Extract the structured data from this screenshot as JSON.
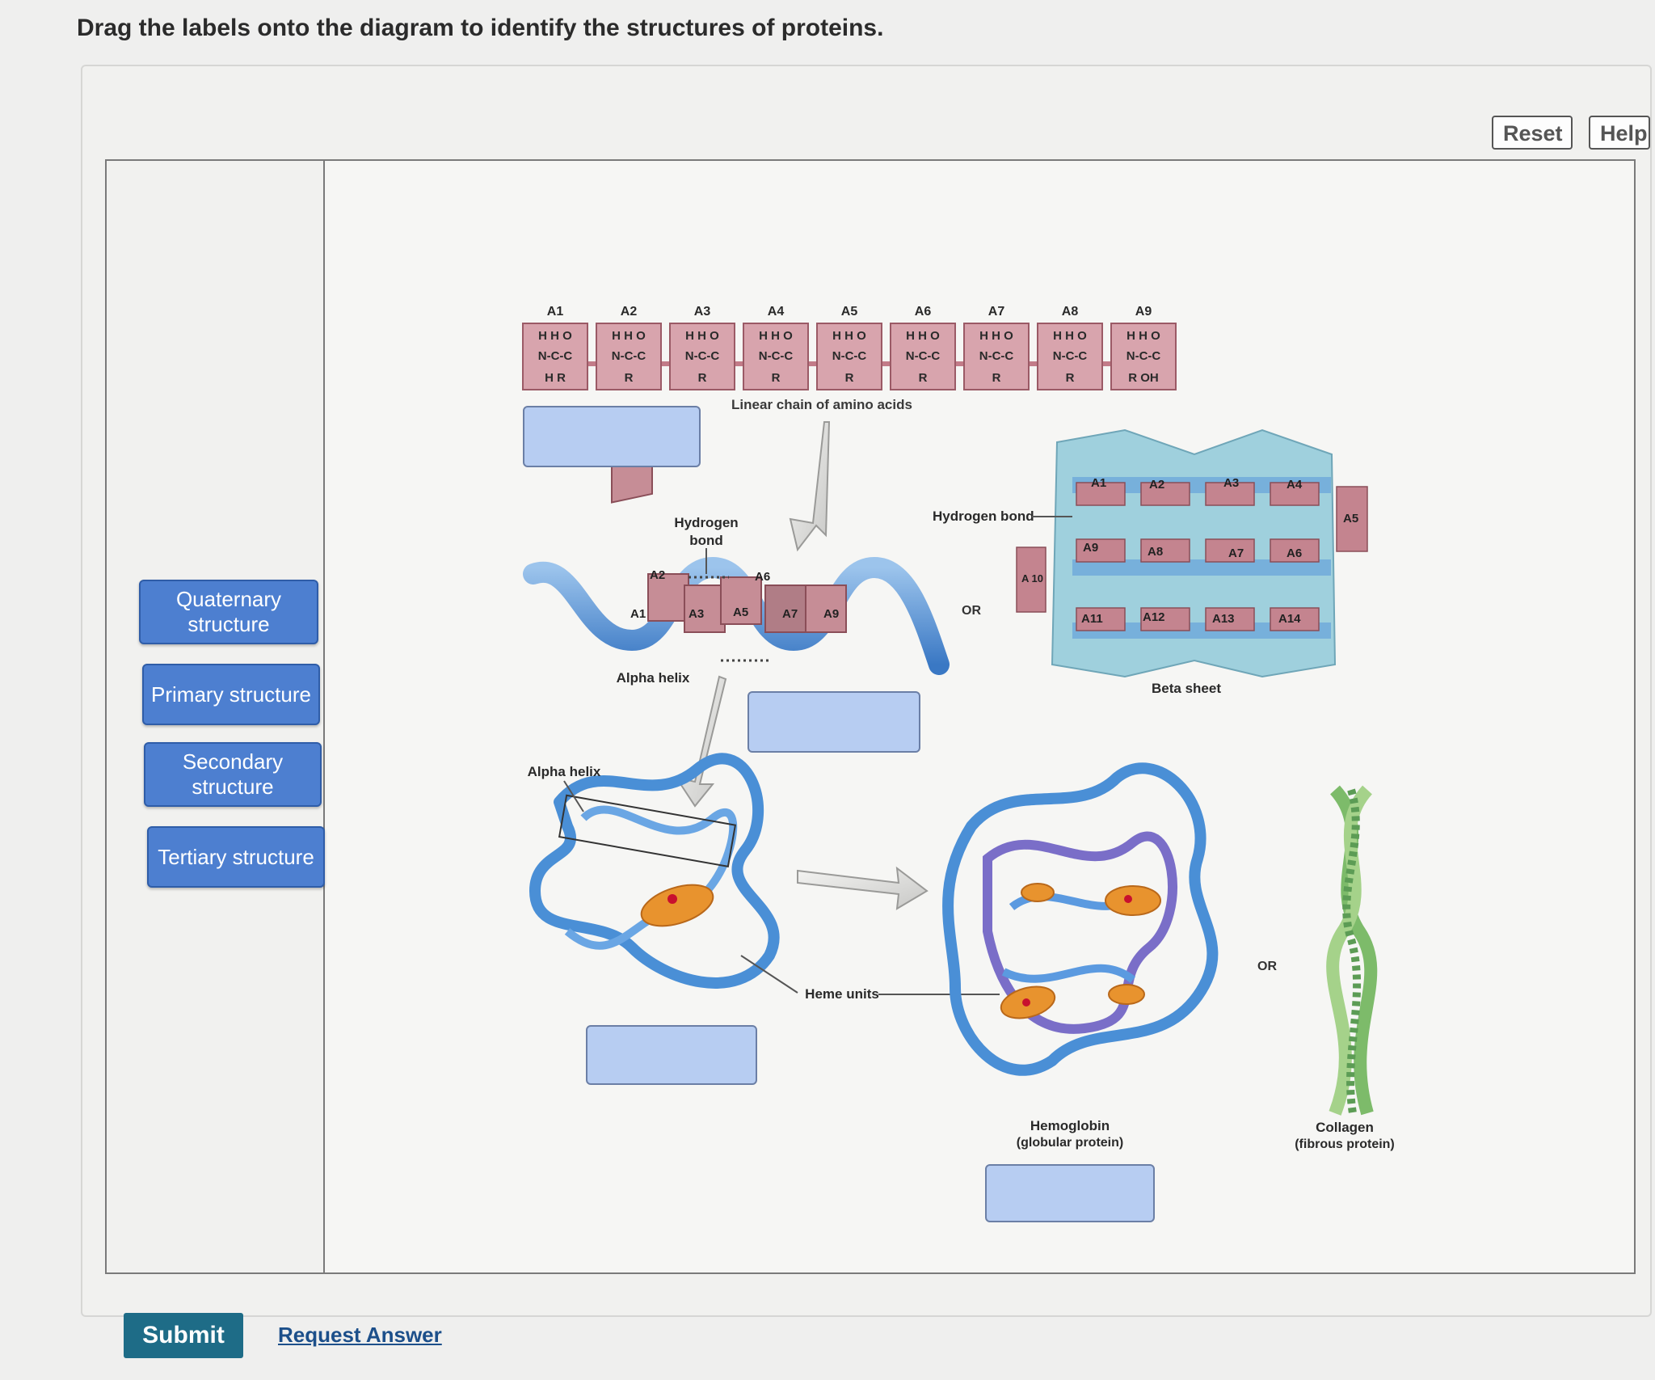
{
  "instruction": "Drag the labels onto the diagram to identify the structures of proteins.",
  "toolbar": {
    "reset_label": "Reset",
    "help_label": "Help"
  },
  "label_bank": [
    {
      "text": "Quaternary structure"
    },
    {
      "text": "Primary structure"
    },
    {
      "text": "Secondary structure"
    },
    {
      "text": "Tertiary structure"
    }
  ],
  "diagram": {
    "amino_acids": [
      {
        "label": "A1",
        "bottom": "H R"
      },
      {
        "label": "A2",
        "bottom": "R"
      },
      {
        "label": "A3",
        "bottom": "R"
      },
      {
        "label": "A4",
        "bottom": "R"
      },
      {
        "label": "A5",
        "bottom": "R"
      },
      {
        "label": "A6",
        "bottom": "R"
      },
      {
        "label": "A7",
        "bottom": "R"
      },
      {
        "label": "A8",
        "bottom": "R"
      },
      {
        "label": "A9",
        "bottom": "R OH"
      }
    ],
    "aa_top": "H H O",
    "aa_mid": "N-C-C",
    "linear_chain_caption": "Linear chain of amino acids",
    "hydrogen_bond_helix": [
      "Hydrogen",
      "bond"
    ],
    "helix_labels": [
      "A1",
      "A2",
      "A3",
      "A5",
      "A6",
      "A7",
      "A9"
    ],
    "alpha_helix_caption": "Alpha helix",
    "or_label": "OR",
    "hydrogen_bond_sheet": "Hydrogen bond",
    "sheet_labels_top": [
      "A1",
      "A2",
      "A3",
      "A4"
    ],
    "sheet_labels_mid": [
      "A9",
      "A8",
      "A7",
      "A6"
    ],
    "sheet_labels_bottom": [
      "A11",
      "A12",
      "A13",
      "A14"
    ],
    "sheet_label_a5": "A5",
    "sheet_label_a10": "A 10",
    "beta_sheet_caption": "Beta sheet",
    "alpha_helix_tertiary": "Alpha helix",
    "heme_units": "Heme units",
    "hemoglobin_caption": [
      "Hemoglobin",
      "(globular protein)"
    ],
    "collagen_caption": [
      "Collagen",
      "(fibrous protein)"
    ]
  },
  "actions": {
    "submit_label": "Submit",
    "request_label": "Request Answer"
  },
  "colors": {
    "chip_blue": "#4d7fd0",
    "drop_zone": "#b7cdf2",
    "submit": "#1e6c87",
    "ribbon": "#4a8fd6",
    "amino_block": "#d8a4ad",
    "heme": "#e8932e"
  }
}
